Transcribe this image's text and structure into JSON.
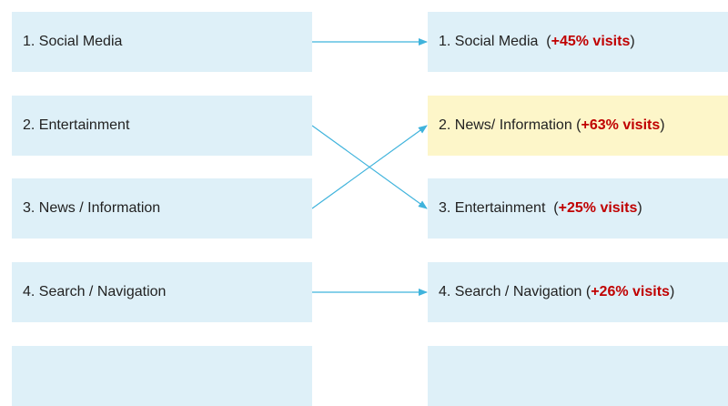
{
  "colors": {
    "box_fill": "#def0f8",
    "highlight_fill": "#fdf6c9",
    "arrow": "#3fb3dc",
    "delta_text": "#c00000"
  },
  "left_items": [
    {
      "label": "1. Social Media"
    },
    {
      "label": "2. Entertainment"
    },
    {
      "label": "3. News / Information"
    },
    {
      "label": "4. Search / Navigation"
    },
    {
      "label": ""
    }
  ],
  "right_items": [
    {
      "label": "1. Social Media",
      "delta": "+45% visits",
      "highlight": false
    },
    {
      "label": "2. News/ Information",
      "delta": "+63% visits",
      "highlight": true
    },
    {
      "label": "3. Entertainment",
      "delta": "+25% visits",
      "highlight": false
    },
    {
      "label": "4. Search / Navigation",
      "delta": "+26% visits",
      "highlight": false
    },
    {
      "label": "",
      "delta": "",
      "highlight": false
    }
  ],
  "connections": [
    {
      "from": 1,
      "to": 1
    },
    {
      "from": 2,
      "to": 3
    },
    {
      "from": 3,
      "to": 2
    },
    {
      "from": 4,
      "to": 4
    }
  ]
}
